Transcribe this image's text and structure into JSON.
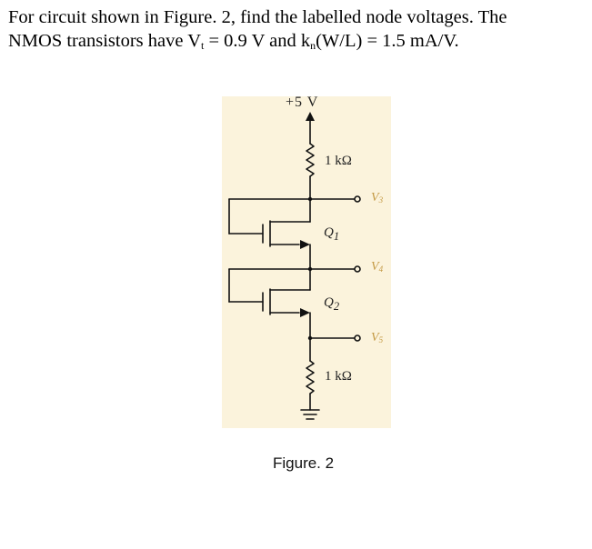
{
  "problem": {
    "line1": "For circuit shown in Figure. 2, find the labelled node voltages. The",
    "line2_a": "NMOS transistors have V",
    "line2_sub_t": "t",
    "line2_b": " = 0.9 V and k",
    "line2_sub_n": "n",
    "line2_c": "(W/L) = 1.5 mA/V."
  },
  "figure": {
    "supply_label": "+5 V",
    "r1_label": "1 kΩ",
    "r2_label": "1 kΩ",
    "q1_label": "Q",
    "q1_sub": "1",
    "q2_label": "Q",
    "q2_sub": "2",
    "v3_label": "V",
    "v3_sub": "3",
    "v4_label": "V",
    "v4_sub": "4",
    "v5_label": "V",
    "v5_sub": "5",
    "caption": "Figure. 2",
    "panel_color": "#fbf3dc",
    "node_label_color": "#c49a45"
  }
}
